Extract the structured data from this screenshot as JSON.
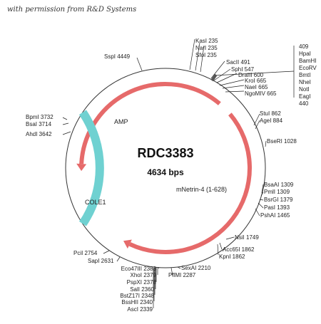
{
  "credit": "with permission from R&D Systems",
  "plasmid": {
    "name": "RDC3383",
    "size": "4634 bps"
  },
  "features": [
    {
      "label": "AMP",
      "start_deg": 42,
      "end_deg": -93,
      "color": "#e66a6a"
    },
    {
      "label": "mNetrin-4 (1-628)",
      "start_deg": 205,
      "end_deg": 307,
      "color": "#e66a6a"
    },
    {
      "label": "COLE1",
      "start_deg": 85,
      "end_deg": 153,
      "color": "#6fd1d1"
    }
  ],
  "sites": {
    "kasi": "KasI 235",
    "nari": "NarI 235",
    "sfoi": "SfoI 235",
    "sspi": "SspI 4449",
    "sacii": "SacII 491",
    "sphi": "SphI 547",
    "draiii": "DraIII 600",
    "kroi": "KroI 665",
    "naei": "NaeI 665",
    "ngomiv": "NgoMIV 665",
    "mcs": [
      "409",
      "HpaI",
      "BamHI",
      "EcoRV",
      "BmtI",
      "NheI",
      "NotI",
      "EagI",
      "440"
    ],
    "stui": "StuI 862",
    "agei": "AgeI 884",
    "bseri": "BseRI 1028",
    "bpmi": "BpmI 3732",
    "bsai": "BsaI 3714",
    "ahdi": "AhdI 3642",
    "bsaai": "BsaAI 1309",
    "pmli": "PmlI 1309",
    "bsrgi": "BsrGI 1379",
    "pasi": "PasI 1393",
    "pshai": "PshAI 1465",
    "nsii": "NsiI 1749",
    "acc65i": "Acc65I 1862",
    "kpni": "KpnI 1862",
    "pcii": "PciI 2754",
    "sapi": "SapI 2631",
    "sexai": "SexAI 2210",
    "pflmi": "PflMI 2287",
    "eco47iii": "Eco47III 2383",
    "xhoi": "XhoI 2379",
    "pspxi": "PspXI 2378",
    "sali": "SalI 2360",
    "bstz17i": "BstZ17I 2348",
    "bsshii": "BssHII 2340",
    "asci": "AscI 2339"
  }
}
